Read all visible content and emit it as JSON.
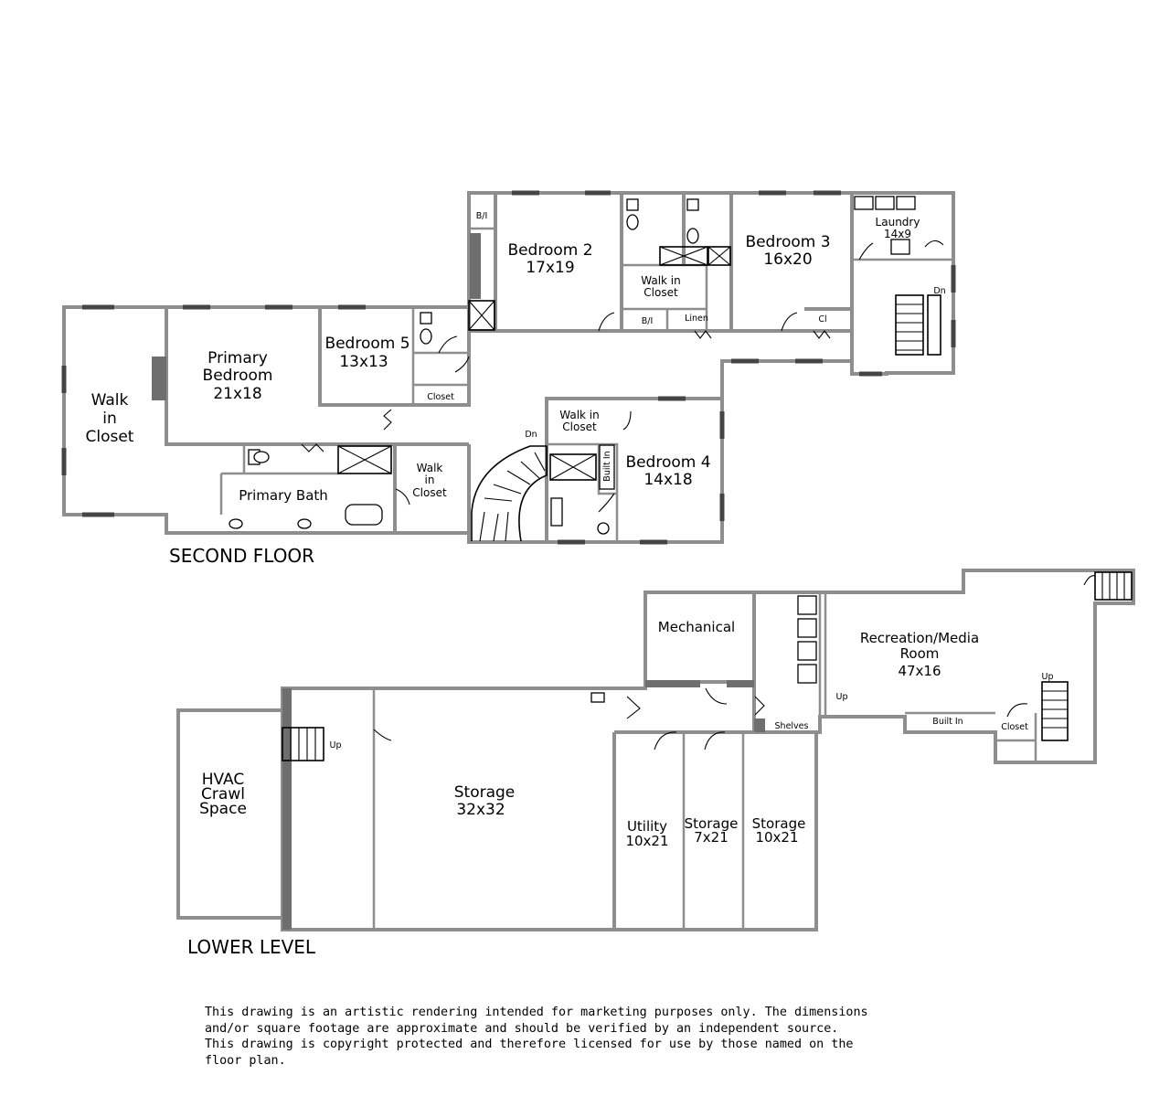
{
  "floors": {
    "second": "SECOND FLOOR",
    "lower": "LOWER LEVEL"
  },
  "rooms": {
    "walk_in_closet_primary": [
      "Walk",
      "in",
      "Closet"
    ],
    "primary_bedroom": [
      "Primary",
      "Bedroom",
      "21x18"
    ],
    "bedroom5": [
      "Bedroom 5",
      "13x13"
    ],
    "bedroom2": [
      "Bedroom 2",
      "17x19"
    ],
    "bedroom3": [
      "Bedroom 3",
      "16x20"
    ],
    "laundry": [
      "Laundry",
      "14x9"
    ],
    "bedroom4": [
      "Bedroom 4",
      "14x18"
    ],
    "walk_in_closet_b2": [
      "Walk in",
      "Closet"
    ],
    "walk_in_closet_b4": [
      "Walk in",
      "Closet"
    ],
    "walk_in_closet_bath": [
      "Walk",
      "in",
      "Closet"
    ],
    "primary_bath": "Primary Bath",
    "closet_b5": "Closet",
    "bi_1": "B/I",
    "bi_2": "B/I",
    "linen": "Linen",
    "cl": "Cl",
    "built_in_b4": "Built In",
    "dn_main": "Dn",
    "dn_stair": "Dn",
    "mechanical": "Mechanical",
    "recreation": [
      "Recreation/Media",
      "Room",
      "47x16"
    ],
    "hvac": [
      "HVAC",
      "Crawl",
      "Space"
    ],
    "storage_main": [
      "Storage",
      "32x32"
    ],
    "utility": [
      "Utility",
      "10x21"
    ],
    "storage_7": [
      "Storage",
      "7x21"
    ],
    "storage_10": [
      "Storage",
      "10x21"
    ],
    "shelves": "Shelves",
    "built_in_rec": "Built In",
    "closet_rec": "Closet",
    "up_left": "Up",
    "up_rec": "Up",
    "up_right": "Up"
  },
  "disclaimer": "This drawing is an artistic rendering intended for marketing purposes only.  The dimensions\nand/or square footage are approximate and should be verified by an independent source.\nThis drawing is copyright protected and therefore licensed for use by those named on the\nfloor plan."
}
